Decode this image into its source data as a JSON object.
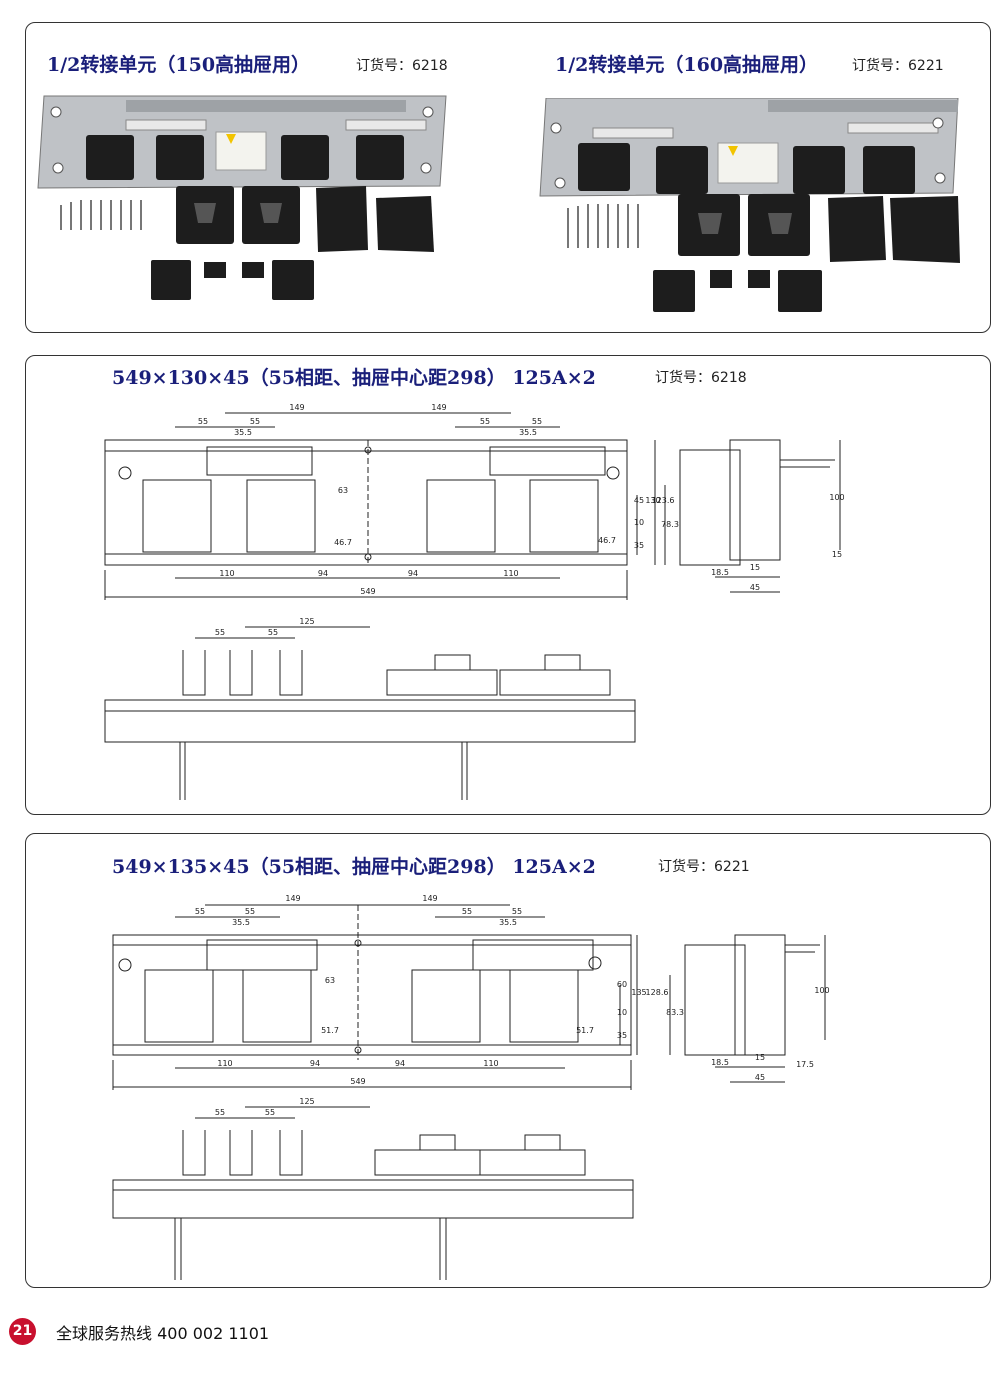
{
  "top_panel": {
    "left": {
      "title": "1/2转接单元（150高抽屉用）",
      "order": "订货号：6218"
    },
    "right": {
      "title": "1/2转接单元（160高抽屉用）",
      "order": "订货号：6221"
    }
  },
  "drawing1": {
    "title": "549×130×45（55相距、抽屉中心距298） 125A×2",
    "order": "订货号：6218",
    "dims": {
      "top": [
        "149",
        "149",
        "55",
        "55",
        "35.5",
        "55",
        "55",
        "35.5"
      ],
      "bottom": [
        "110",
        "94",
        "94",
        "110",
        "549"
      ],
      "side": [
        "63",
        "46.7",
        "45",
        "10",
        "35",
        "46.7",
        "123.6",
        "130"
      ],
      "profile": [
        "78.3",
        "100",
        "15",
        "18.5",
        "15",
        "45"
      ],
      "lower": [
        "55",
        "55",
        "125"
      ]
    }
  },
  "drawing2": {
    "title": "549×135×45（55相距、抽屉中心距298） 125A×2",
    "order": "订货号：6221",
    "dims": {
      "top": [
        "149",
        "149",
        "55",
        "55",
        "35.5",
        "55",
        "55",
        "35.5"
      ],
      "bottom": [
        "110",
        "94",
        "94",
        "110",
        "549"
      ],
      "side": [
        "63",
        "51.7",
        "60",
        "10",
        "35",
        "51.7",
        "128.6",
        "135"
      ],
      "profile": [
        "83.3",
        "100",
        "17.5",
        "18.5",
        "15",
        "45"
      ],
      "lower": [
        "55",
        "55",
        "125"
      ]
    }
  },
  "footer": {
    "page": "21",
    "text": "全球服务热线  400 002 1101"
  }
}
